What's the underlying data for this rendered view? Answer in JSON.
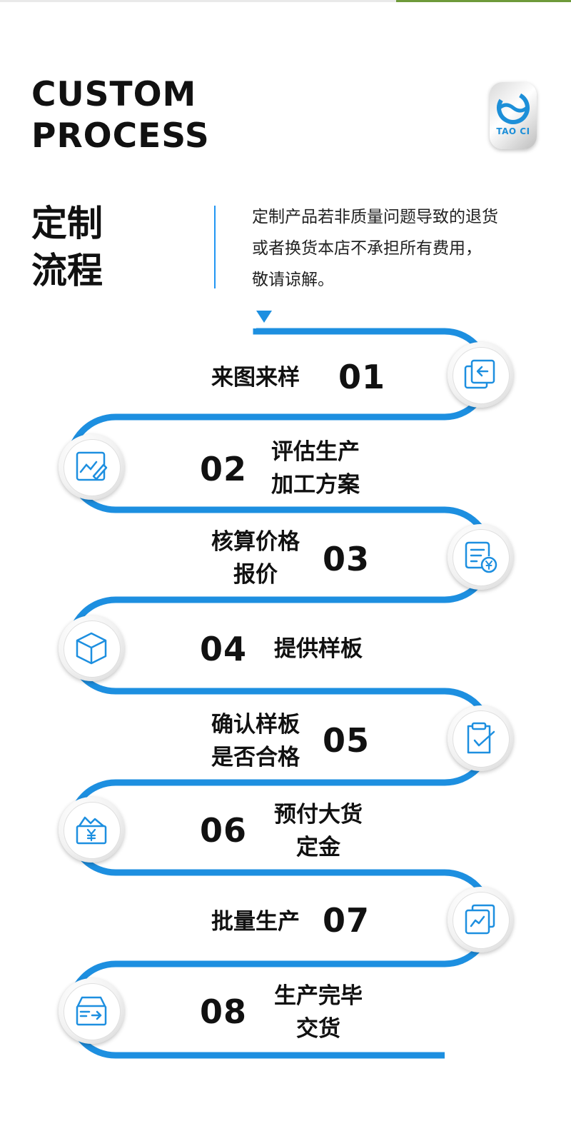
{
  "header": {
    "title_en_line1": "CUSTOM",
    "title_en_line2": "PROCESS",
    "title_cn_line1": "定制",
    "title_cn_line2": "流程",
    "logo_text": "TAO CI",
    "note_lines": [
      "定制产品若非质量问题导致的退货",
      "或者换货本店不承担所有费用，",
      "敬请谅解。"
    ]
  },
  "colors": {
    "accent": "#1d8fe0",
    "text": "#111111"
  },
  "steps": [
    {
      "num": "01",
      "lines": [
        "来图来样"
      ],
      "icon": "image-import-icon"
    },
    {
      "num": "02",
      "lines": [
        "评估生产",
        "加工方案"
      ],
      "icon": "edit-chart-icon"
    },
    {
      "num": "03",
      "lines": [
        "核算价格",
        "报价"
      ],
      "icon": "invoice-yen-icon"
    },
    {
      "num": "04",
      "lines": [
        "提供样板"
      ],
      "icon": "box-icon"
    },
    {
      "num": "05",
      "lines": [
        "确认样板",
        "是否合格"
      ],
      "icon": "clipboard-check-icon"
    },
    {
      "num": "06",
      "lines": [
        "预付大货",
        "定金"
      ],
      "icon": "yen-package-icon"
    },
    {
      "num": "07",
      "lines": [
        "批量生产"
      ],
      "icon": "trend-chart-icon"
    },
    {
      "num": "08",
      "lines": [
        "生产完毕",
        "交货"
      ],
      "icon": "delivery-box-icon"
    }
  ]
}
